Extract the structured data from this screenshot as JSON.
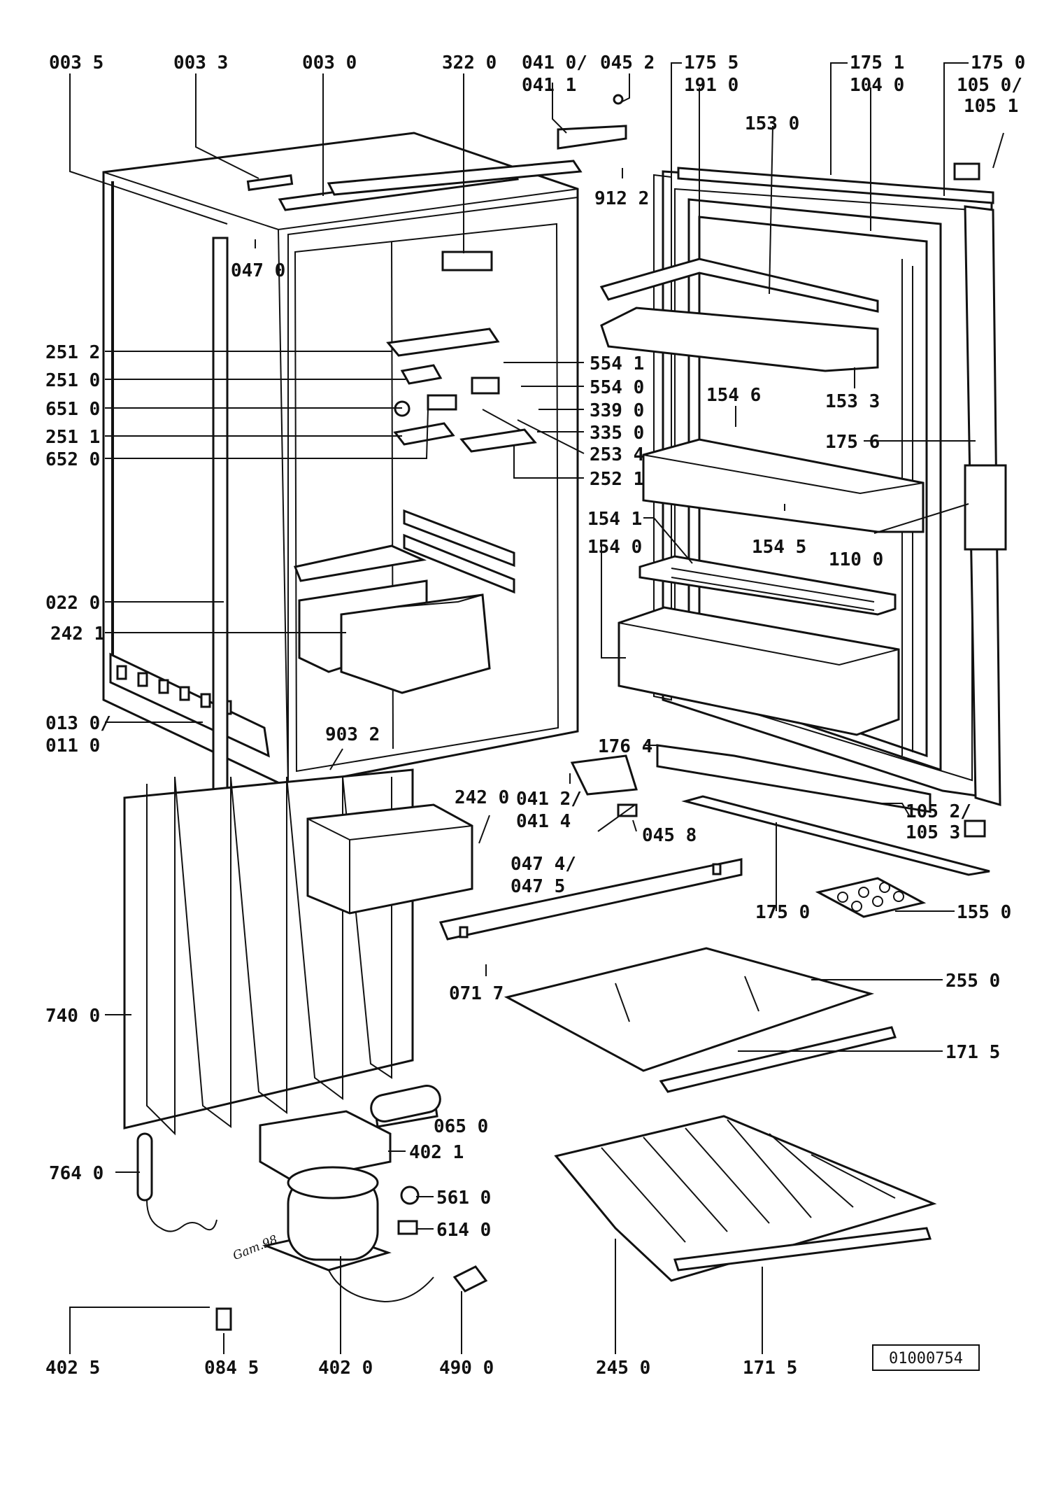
{
  "drawing_number": "01000754",
  "signature": "Gam.98",
  "labels": {
    "l_0035": "003 5",
    "l_0033": "003 3",
    "l_0030": "003 0",
    "l_3220": "322 0",
    "l_0410a": "041 0/",
    "l_0411a": "041 1",
    "l_0452": "045 2",
    "l_1755": "175 5",
    "l_1910": "191 0",
    "l_1751": "175 1",
    "l_1040": "104 0",
    "l_1750a": "175 0",
    "l_1050": "105 0/",
    "l_1051": "105 1",
    "l_1530": "153 0",
    "l_9122": "912 2",
    "l_0470": "047 0",
    "l_2512": "251 2",
    "l_2510": "251 0",
    "l_6510": "651 0",
    "l_2511": "251 1",
    "l_6520": "652 0",
    "l_5541": "554 1",
    "l_5540": "554 0",
    "l_3390": "339 0",
    "l_3350": "335 0",
    "l_2534": "253 4",
    "l_2521": "252 1",
    "l_1533": "153 3",
    "l_1546": "154 6",
    "l_1756": "175 6",
    "l_1541": "154 1",
    "l_1540": "154 0",
    "l_1545": "154 5",
    "l_1100": "110 0",
    "l_0220": "022 0",
    "l_2421": "242 1",
    "l_0130": "013 0/",
    "l_0110": "011 0",
    "l_9032": "903 2",
    "l_1764": "176 4",
    "l_2420": "242 0",
    "l_0412": "041 2/",
    "l_0414": "041 4",
    "l_0458": "045 8",
    "l_0474": "047 4/",
    "l_0475": "047 5",
    "l_1052": "105 2/",
    "l_1053": "105 3",
    "l_1750b": "175 0",
    "l_1550": "155 0",
    "l_0717": "071 7",
    "l_2550": "255 0",
    "l_7400": "740 0",
    "l_1715a": "171 5",
    "l_0650": "065 0",
    "l_4021": "402 1",
    "l_7640": "764 0",
    "l_5610": "561 0",
    "l_6140": "614 0",
    "l_4025": "402 5",
    "l_0845": "084 5",
    "l_4020": "402 0",
    "l_4900": "490 0",
    "l_2450": "245 0",
    "l_1715b": "171 5"
  }
}
